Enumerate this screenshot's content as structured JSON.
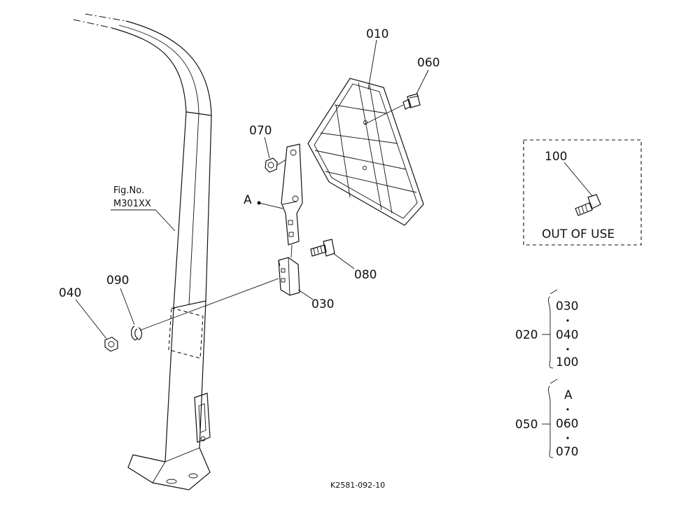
{
  "parts": {
    "p010": "010",
    "p060": "060",
    "p070": "070",
    "p080": "080",
    "p030": "030",
    "p040": "040",
    "p090": "090",
    "p100": "100",
    "pointA": "A"
  },
  "fig_ref": {
    "line1": "Fig.No.",
    "line2": "M301XX"
  },
  "out_of_use": {
    "part": "100",
    "text": "OUT  OF  USE"
  },
  "groups": [
    {
      "id": "020",
      "members": [
        "030",
        "040",
        "100"
      ]
    },
    {
      "id": "050",
      "members": [
        "A",
        "060",
        "070"
      ]
    }
  ],
  "drawing_number": "K2581-092-10"
}
